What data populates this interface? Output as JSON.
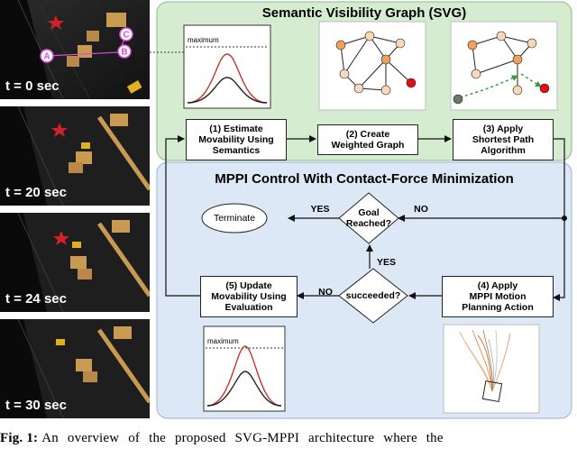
{
  "photos": [
    {
      "time": "t = 0 sec",
      "markers": [
        "A",
        "B",
        "C"
      ]
    },
    {
      "time": "t = 20 sec"
    },
    {
      "time": "t = 24 sec"
    },
    {
      "time": "t = 30 sec"
    }
  ],
  "svg_panel": {
    "title": "Semantic Visibility Graph (SVG)",
    "chart_label": "maximum",
    "step1": "(1) Estimate\nMovability Using\nSemantics",
    "step2": "(2) Create\nWeighted Graph",
    "step3": "(3) Apply\nShortest Path\nAlgorithm"
  },
  "mppi_panel": {
    "title": "MPPI Control With Contact-Force Minimization",
    "terminate": "Terminate",
    "goal": "Goal\nReached?",
    "yes1": "YES",
    "no1": "NO",
    "yes2": "YES",
    "no2": "NO",
    "succeeded": "succeeded?",
    "step4": "(4) Apply\nMPPI Motion\nPlanning Action",
    "step5": "(5) Update\nMovability Using\nEvaluation",
    "chart_label": "maximum"
  },
  "caption": {
    "label": "Fig. 1:",
    "text": "An overview of the proposed SVG-MPPI architecture where the"
  },
  "colors": {
    "green_panel": "#d6ecd0",
    "blue_panel": "#dce8f5",
    "node_orange": "#f0a05a",
    "node_peach": "#f8d8b8",
    "node_red": "#e01010",
    "node_gray": "#6a7a62",
    "curve_red": "#c0392b",
    "marker_pink": "#d64fd6"
  }
}
